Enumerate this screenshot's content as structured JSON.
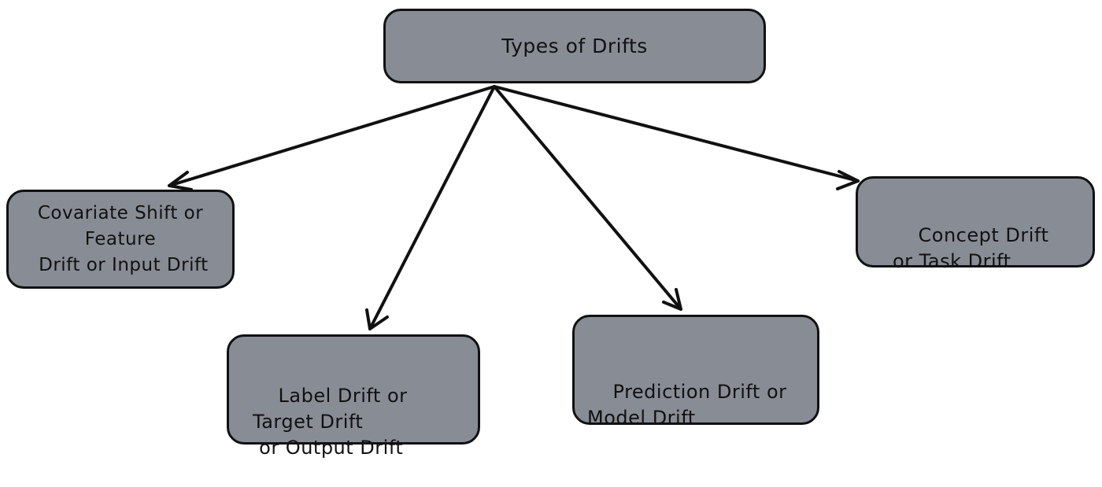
{
  "diagram": {
    "root": {
      "label": "Types of Drifts"
    },
    "children": [
      {
        "id": "covariate",
        "label": "Covariate Shift or\nFeature\n Drift or Input Drift"
      },
      {
        "id": "label",
        "label": "Label Drift or\nTarget Drift\n or Output Drift"
      },
      {
        "id": "prediction",
        "label": "Prediction Drift or\nModel Drift"
      },
      {
        "id": "concept",
        "label": "Concept Drift\nor Task Drift"
      }
    ],
    "edges": [
      {
        "from": "root",
        "to": "covariate"
      },
      {
        "from": "root",
        "to": "label"
      },
      {
        "from": "root",
        "to": "prediction"
      },
      {
        "from": "root",
        "to": "concept"
      }
    ],
    "colors": {
      "node_fill": "#888c95",
      "node_border": "#111111",
      "arrow": "#111111",
      "background": "#ffffff"
    }
  }
}
